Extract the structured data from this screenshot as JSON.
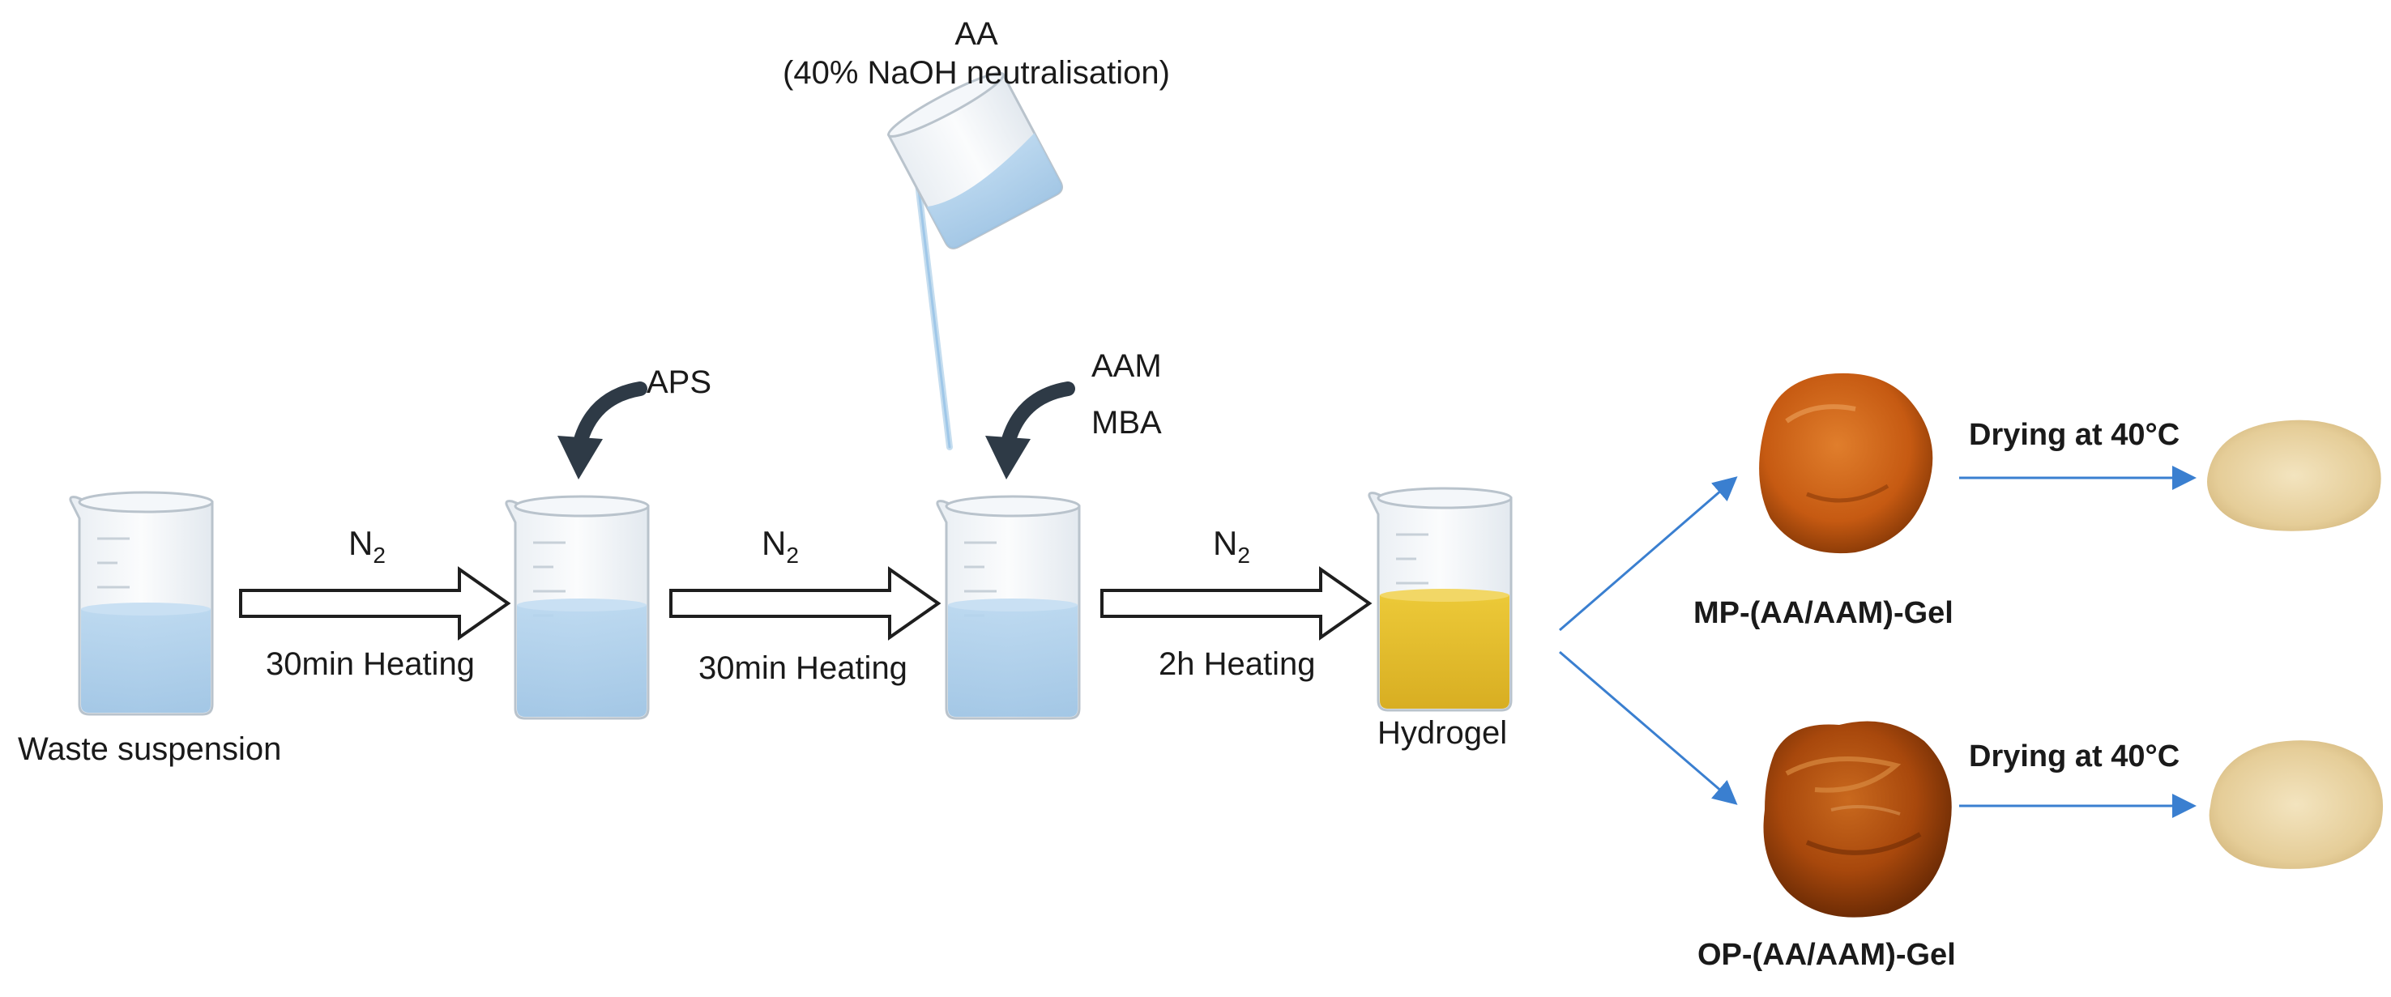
{
  "reagents": {
    "aa_title": "AA",
    "aa_note": "(40% NaOH neutralisation)",
    "aps": "APS",
    "aam": "AAM",
    "mba": "MBA"
  },
  "steps": [
    {
      "gas": "N",
      "gas_sub": "2",
      "condition": "30min Heating"
    },
    {
      "gas": "N",
      "gas_sub": "2",
      "condition": "30min Heating"
    },
    {
      "gas": "N",
      "gas_sub": "2",
      "condition": "2h Heating"
    }
  ],
  "beakers": {
    "start_label": "Waste suspension",
    "end_label": "Hydrogel"
  },
  "products": [
    {
      "name": "MP-(AA/AAM)-Gel",
      "drying": "Drying at 40°C"
    },
    {
      "name": "OP-(AA/AAM)-Gel",
      "drying": "Drying at 40°C"
    }
  ],
  "colors": {
    "water": "#a9cdea",
    "hydrogel": "#e2bd2e",
    "arrow_blue": "#3a7fd0",
    "curved_arrow": "#2e3a46",
    "gel_mp": "#c65a12",
    "gel_op": "#a8480c",
    "powder": "#e8d3a6"
  },
  "icons": [
    "beaker-icon",
    "pouring-beaker-icon",
    "curved-arrow-icon",
    "hollow-arrow-icon",
    "gel-lump-icon",
    "powder-icon"
  ]
}
